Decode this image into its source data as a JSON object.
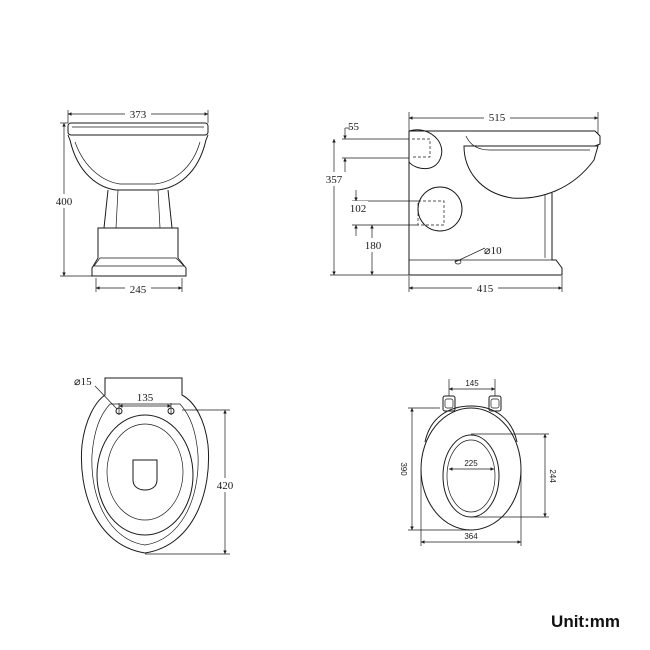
{
  "front_view": {
    "top_width": "373",
    "height": "400",
    "base_width": "245"
  },
  "side_view": {
    "outlet_55": "55",
    "total_depth": "515",
    "outlet_height": "357",
    "diameter_102": "102",
    "outlet_180": "180",
    "fix_hole": "⌀10",
    "base_depth": "415"
  },
  "top_view": {
    "hole_dia": "⌀15",
    "hole_spacing": "135",
    "length": "420"
  },
  "seat_view": {
    "hinge_spacing": "145",
    "inner_width": "225",
    "length": "390",
    "inner_length": "244",
    "width": "364"
  },
  "unit_label": "Unit:mm"
}
